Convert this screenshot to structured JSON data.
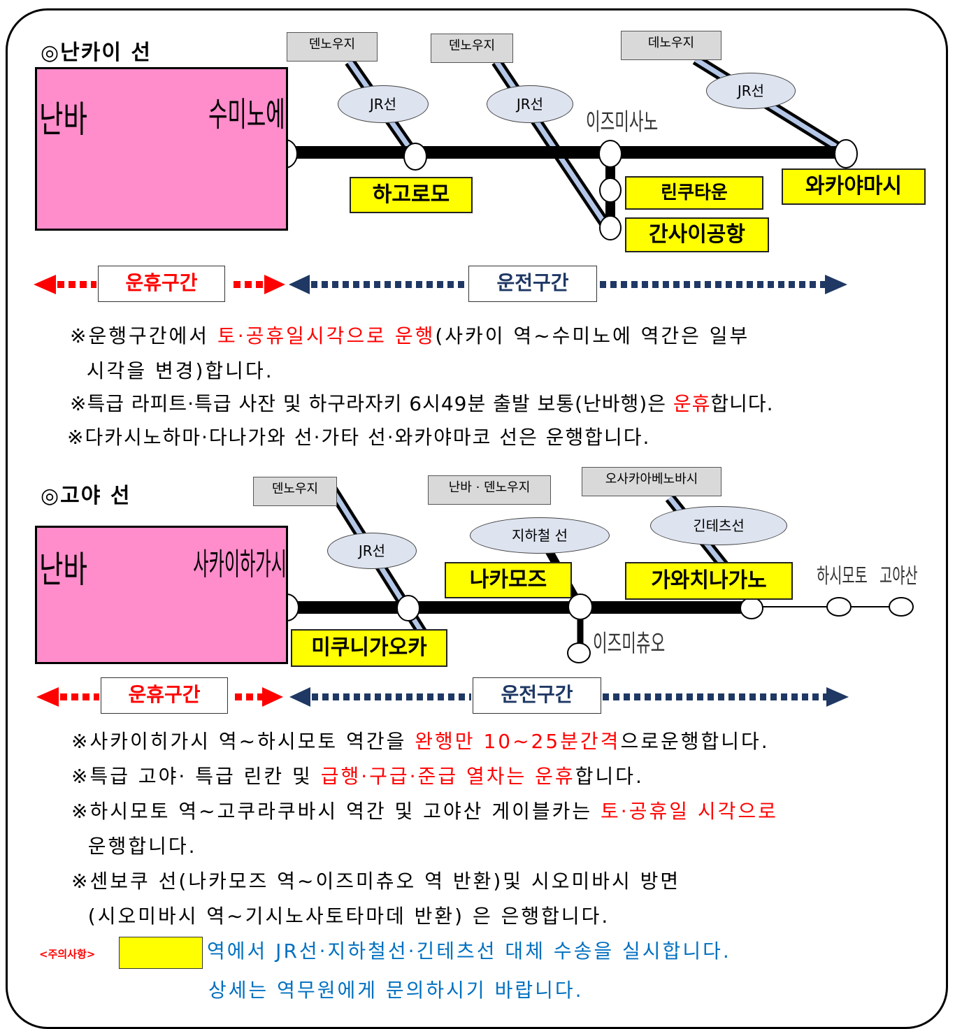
{
  "nankai": {
    "title": "◎난카이 선",
    "terminal_left": "난바",
    "terminal_right": "수미노에",
    "connections": [
      "덴노우지",
      "덴노우지",
      "데노우지"
    ],
    "jr_ovals": [
      "JR선",
      "JR선",
      "JR선"
    ],
    "station_izumisano": "이즈미사노",
    "stations_yellow": [
      "하고로모",
      "린쿠타운",
      "간사이공항",
      "와카야마시"
    ],
    "legend_suspended": "운휴구간",
    "legend_operating": "운전구간",
    "notes": [
      {
        "parts": [
          {
            "t": "※운행구간에서 ",
            "c": ""
          },
          {
            "t": "토·공휴일시각으로 운행",
            "c": "red"
          },
          {
            "t": "(사카이 역∼수미노에 역간은 일부",
            "c": ""
          }
        ]
      },
      {
        "parts": [
          {
            "t": "  시각을 변경)합니다.",
            "c": ""
          }
        ]
      },
      {
        "parts": [
          {
            "t": "※특급 라피트·특급 사잔 및 하구라자키 6시49분 출발 보통(난바행)은 ",
            "c": ""
          },
          {
            "t": "운휴",
            "c": "red"
          },
          {
            "t": "합니다.",
            "c": ""
          }
        ]
      },
      {
        "parts": [
          {
            "t": "※다카시노하마·다나가와 선·가타 선·와카야마코 선은 운행합니다.",
            "c": ""
          }
        ]
      }
    ]
  },
  "koya": {
    "title": "◎고야 선",
    "terminal_left": "난바",
    "terminal_right": "사카이하가시",
    "connections": [
      "덴노우지",
      "난바 · 덴노우지",
      "오사카아베노바시"
    ],
    "ovals": [
      "JR선",
      "지하철 선",
      "긴테츠선"
    ],
    "stations_yellow": [
      "미쿠니가오카",
      "나카모즈",
      "가와치나가노"
    ],
    "station_izumichuo": "이즈미츄오",
    "station_hashimoto": "하시모토",
    "station_koyasan": "고야산",
    "legend_suspended": "운휴구간",
    "legend_operating": "운전구간",
    "notes": [
      {
        "parts": [
          {
            "t": "※사카이히가시 역∼하시모토 역간을 ",
            "c": ""
          },
          {
            "t": "완행만 10∼25분간격",
            "c": "red"
          },
          {
            "t": "으로운행합니다.",
            "c": ""
          }
        ]
      },
      {
        "parts": [
          {
            "t": "※특급 고야· 특급 린칸 및 ",
            "c": ""
          },
          {
            "t": "급행·구급·준급 열차는 운휴",
            "c": "red"
          },
          {
            "t": "합니다.",
            "c": ""
          }
        ]
      },
      {
        "parts": [
          {
            "t": "※하시모토 역∼고쿠라쿠바시 역간 및 고야산 게이블카는 ",
            "c": ""
          },
          {
            "t": "토·공휴일 시각으로",
            "c": "red"
          }
        ]
      },
      {
        "parts": [
          {
            "t": "  운행합니다.",
            "c": ""
          }
        ]
      },
      {
        "parts": [
          {
            "t": "※센보쿠 선(나카모즈 역∼이즈미츄오 역 반환)및 시오미바시 방면",
            "c": ""
          }
        ]
      },
      {
        "parts": [
          {
            "t": "  (시오미바시 역∼기시노사토타마데 반환) 은 은행합니다.",
            "c": ""
          }
        ]
      }
    ]
  },
  "caution": {
    "label": "<주의사항>",
    "line1": "역에서 JR선·지하철선·긴테츠선 대체 수송을 실시합니다.",
    "line2": "상세는 역무원에게 문의하시기 바랍니다."
  },
  "colors": {
    "pink": "#ff8ccb",
    "yellow": "#ffff00",
    "red": "#ff0000",
    "navy": "#1f3864",
    "blue": "#0070c0",
    "jr": "#b4c7e7"
  }
}
